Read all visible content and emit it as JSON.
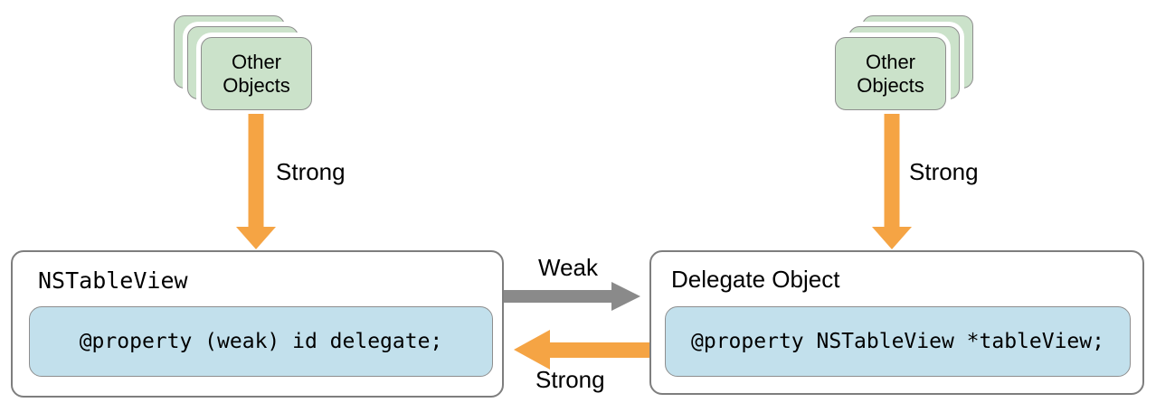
{
  "stacks": {
    "left": {
      "label": "Other\nObjects"
    },
    "right": {
      "label": "Other\nObjects"
    }
  },
  "boxes": {
    "left": {
      "title": "NSTableView",
      "code": "@property (weak) id delegate;"
    },
    "right": {
      "title": "Delegate Object",
      "code": "@property NSTableView *tableView;"
    }
  },
  "arrows": {
    "left_down": {
      "label": "Strong",
      "type": "strong",
      "direction": "down"
    },
    "right_down": {
      "label": "Strong",
      "type": "strong",
      "direction": "down"
    },
    "weak": {
      "label": "Weak",
      "type": "weak",
      "direction": "right"
    },
    "strong_back": {
      "label": "Strong",
      "type": "strong",
      "direction": "left"
    }
  },
  "colors": {
    "strong_arrow": "#F5A444",
    "weak_arrow": "#8A8A8A",
    "object_fill": "#CBE2CA",
    "code_fill": "#C2E0EC",
    "outer_border": "#7E7E7E",
    "inner_border": "#8E8E8E"
  }
}
